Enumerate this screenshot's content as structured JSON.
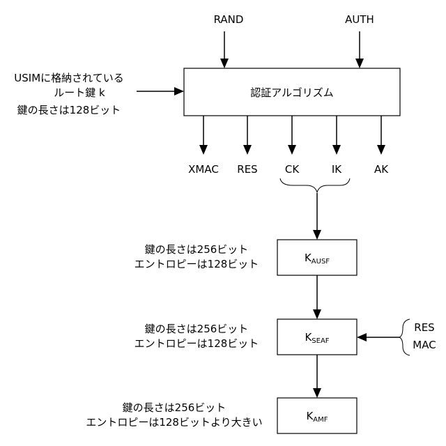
{
  "inputs": {
    "rand": "RAND",
    "auth": "AUTH",
    "root_key": [
      "USIMに格納されている",
      "ルート鍵 k",
      "鍵の長さは128ビット"
    ]
  },
  "algorithm": {
    "label": "認証アルゴリズム"
  },
  "outputs": [
    "XMAC",
    "RES",
    "CK",
    "IK",
    "AK"
  ],
  "keys": [
    {
      "main": "K",
      "sub": "AUSF",
      "desc": [
        "鍵の長さは256ビット",
        "エントロピーは128ビット"
      ]
    },
    {
      "main": "K",
      "sub": "SEAF",
      "desc": [
        "鍵の長さは256ビット",
        "エントロピーは128ビット"
      ]
    },
    {
      "main": "K",
      "sub": "AMF",
      "desc": [
        "鍵の長さは256ビット",
        "エントロピーは128ビットより大きい"
      ]
    }
  ],
  "side_inputs": [
    "RES",
    "MAC"
  ]
}
